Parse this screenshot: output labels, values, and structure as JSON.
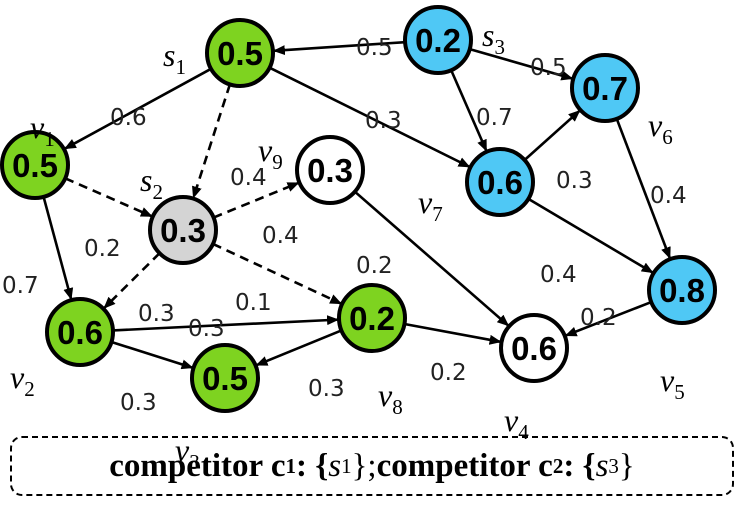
{
  "colors": {
    "competitor_1": "#7ED320",
    "competitor_3": "#4FC8F5",
    "seed_neutral": "#D4D4D4",
    "inactive": "#FFFFFF"
  },
  "nodes": [
    {
      "id": "s1",
      "label_main": "s",
      "label_sub": "1",
      "value": "0.5",
      "fill": "competitor_1"
    },
    {
      "id": "s3",
      "label_main": "s",
      "label_sub": "3",
      "value": "0.2",
      "fill": "competitor_3"
    },
    {
      "id": "v1",
      "label_main": "v",
      "label_sub": "1",
      "value": "0.5",
      "fill": "competitor_1"
    },
    {
      "id": "s2",
      "label_main": "s",
      "label_sub": "2",
      "value": "0.3",
      "fill": "seed_neutral"
    },
    {
      "id": "v9",
      "label_main": "v",
      "label_sub": "9",
      "value": "0.3",
      "fill": "inactive"
    },
    {
      "id": "v7",
      "label_main": "v",
      "label_sub": "7",
      "value": "0.6",
      "fill": "competitor_3"
    },
    {
      "id": "v6",
      "label_main": "v",
      "label_sub": "6",
      "value": "0.7",
      "fill": "competitor_3"
    },
    {
      "id": "v2",
      "label_main": "v",
      "label_sub": "2",
      "value": "0.6",
      "fill": "competitor_1"
    },
    {
      "id": "v8",
      "label_main": "v",
      "label_sub": "8",
      "value": "0.2",
      "fill": "competitor_1"
    },
    {
      "id": "v3",
      "label_main": "v",
      "label_sub": "3",
      "value": "0.5",
      "fill": "competitor_1"
    },
    {
      "id": "v4",
      "label_main": "v",
      "label_sub": "4",
      "value": "0.6",
      "fill": "inactive"
    },
    {
      "id": "v5",
      "label_main": "v",
      "label_sub": "5",
      "value": "0.8",
      "fill": "competitor_3"
    }
  ],
  "edges": [
    {
      "from": "s3",
      "to": "s1",
      "weight": "0.5",
      "style": "solid"
    },
    {
      "from": "s3",
      "to": "v6",
      "weight": "0.5",
      "style": "solid"
    },
    {
      "from": "s3",
      "to": "v7",
      "weight": "0.7",
      "style": "solid"
    },
    {
      "from": "s1",
      "to": "v1",
      "weight": "0.6",
      "style": "solid"
    },
    {
      "from": "s1",
      "to": "s2",
      "weight": "0.4",
      "style": "dashed"
    },
    {
      "from": "s1",
      "to": "v7",
      "weight": "0.3",
      "style": "solid"
    },
    {
      "from": "v7",
      "to": "v6",
      "weight": "0.3",
      "style": "solid"
    },
    {
      "from": "v6",
      "to": "v5",
      "weight": "0.4",
      "style": "solid"
    },
    {
      "from": "v7",
      "to": "v5",
      "weight": "0.4",
      "style": "solid"
    },
    {
      "from": "v1",
      "to": "s2",
      "weight": "0.2",
      "style": "dashed"
    },
    {
      "from": "s2",
      "to": "v9",
      "weight": "0.4",
      "style": "dashed"
    },
    {
      "from": "v1",
      "to": "v2",
      "weight": "0.7",
      "style": "solid"
    },
    {
      "from": "s2",
      "to": "v2",
      "weight": "0.3",
      "style": "dashed"
    },
    {
      "from": "s2",
      "to": "v8",
      "weight": "0.2",
      "style": "dashed"
    },
    {
      "from": "v2",
      "to": "v8",
      "weight": "0.3",
      "style": "solid"
    },
    {
      "from": "v2",
      "to": "v3",
      "weight": "0.3",
      "style": "solid"
    },
    {
      "from": "v8",
      "to": "v3",
      "weight": "0.3",
      "style": "solid"
    },
    {
      "from": "v8",
      "to": "v4",
      "weight": "0.2",
      "style": "solid"
    },
    {
      "from": "v9",
      "to": "v4",
      "weight": "",
      "style": "solid"
    },
    {
      "from": "v5",
      "to": "v4",
      "weight": "0.2",
      "style": "solid"
    }
  ],
  "extra_labels": [
    "0.1"
  ],
  "legend": {
    "c1_prefix": "competitor c",
    "c1_sub": "1",
    "c1_colon": ": {",
    "c1_set_main": "s",
    "c1_set_sub": "1",
    "separator": "}; ",
    "c2_prefix": "competitor c",
    "c2_sub": "2",
    "c2_colon": ": {",
    "c2_set_main": "s",
    "c2_set_sub": "3",
    "close": "}"
  }
}
